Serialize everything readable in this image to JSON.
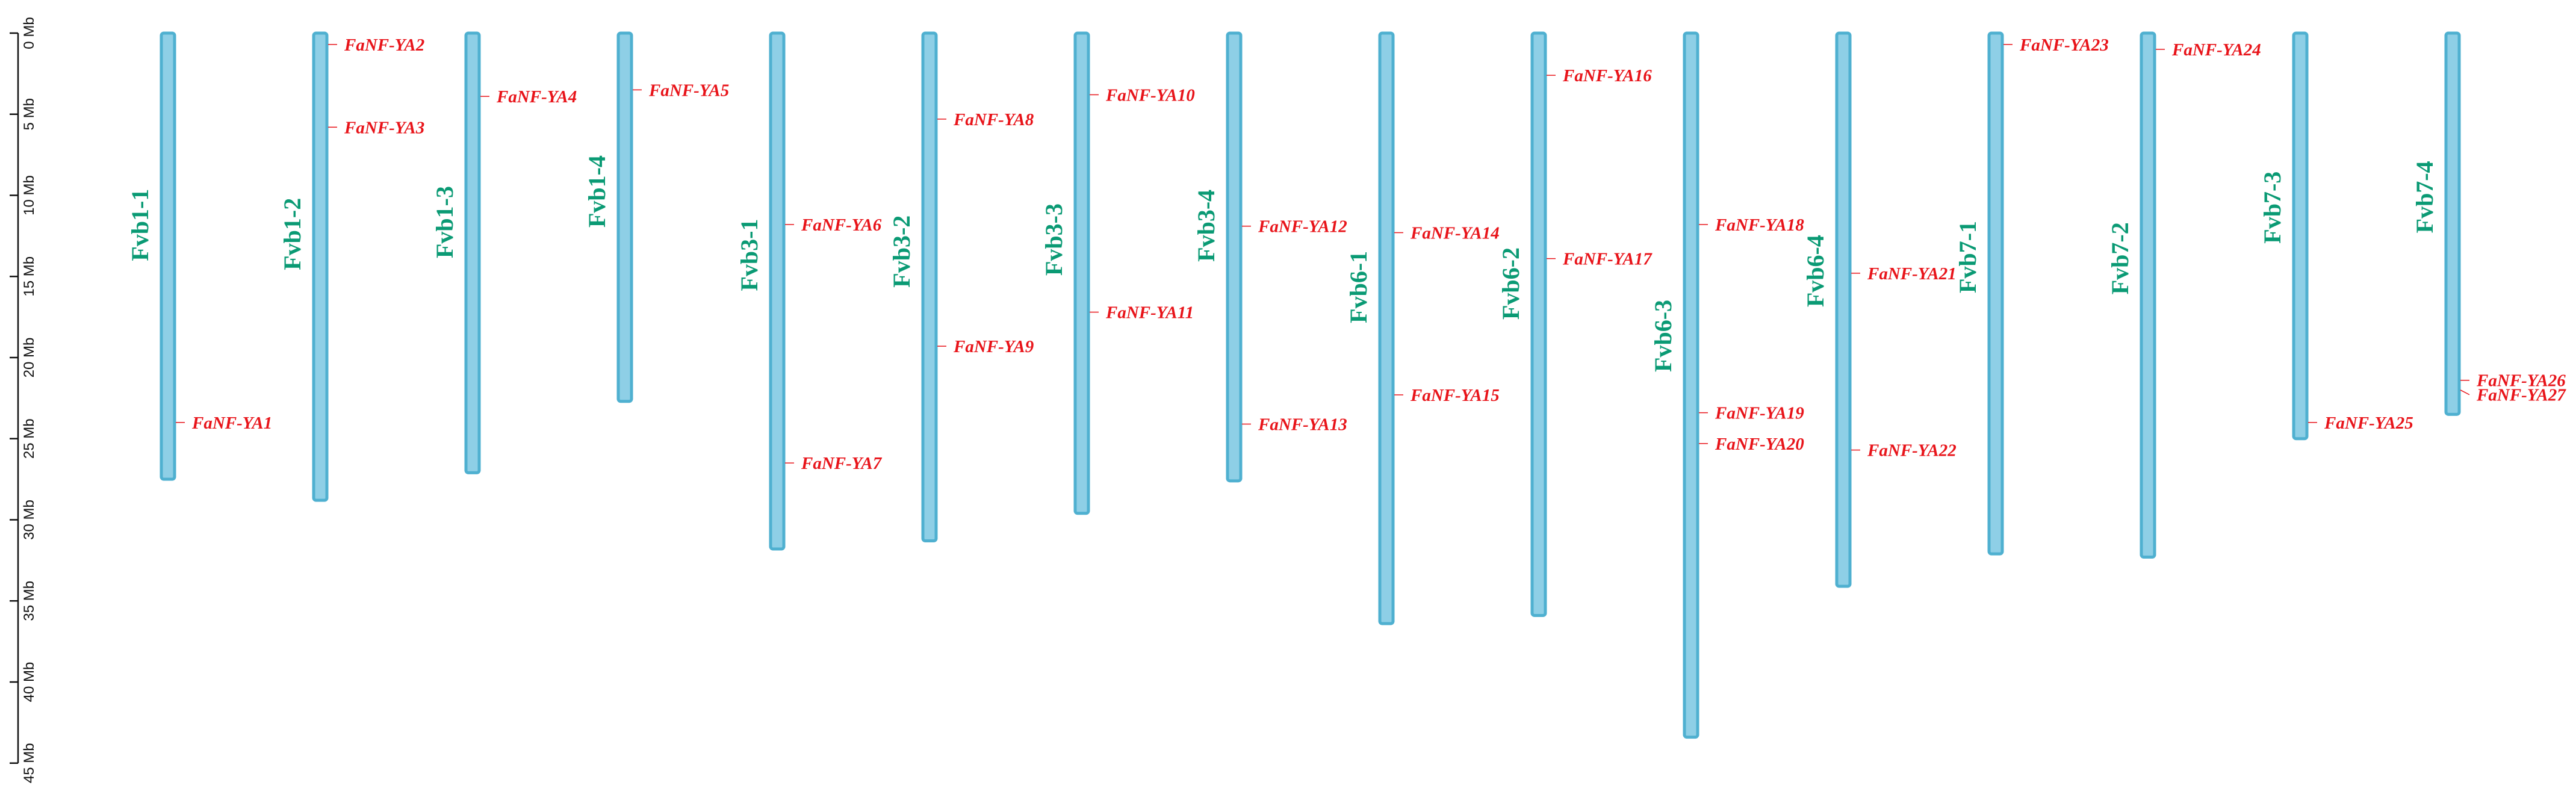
{
  "axis": {
    "unit": "Mb",
    "range": [
      0,
      45
    ],
    "ticks": [
      0,
      5,
      10,
      15,
      20,
      25,
      30,
      35,
      40,
      45
    ],
    "tick_labels": [
      "0 Mb",
      "5 Mb",
      "10 Mb",
      "15 Mb",
      "20 Mb",
      "25 Mb",
      "30 Mb",
      "35 Mb",
      "40 Mb",
      "45 Mb"
    ]
  },
  "colors": {
    "chromosome_fill": "#8ecfe6",
    "chromosome_stroke": "#4fb0d0",
    "chromosome_label": "#0a9a74",
    "gene_label": "#e8141a",
    "gene_tick": "#e8141a",
    "axis": "#111111"
  },
  "chromosomes": [
    {
      "name": "Fvb1-1",
      "length": 27.5,
      "genes": [
        {
          "label": "FaNF-YA1",
          "pos": 24.0
        }
      ]
    },
    {
      "name": "Fvb1-2",
      "length": 28.8,
      "genes": [
        {
          "label": "FaNF-YA2",
          "pos": 0.7
        },
        {
          "label": "FaNF-YA3",
          "pos": 5.8
        }
      ]
    },
    {
      "name": "Fvb1-3",
      "length": 27.1,
      "genes": [
        {
          "label": "FaNF-YA4",
          "pos": 3.9
        }
      ]
    },
    {
      "name": "Fvb1-4",
      "length": 22.7,
      "genes": [
        {
          "label": "FaNF-YA5",
          "pos": 3.5
        }
      ]
    },
    {
      "name": "Fvb3-1",
      "length": 31.8,
      "genes": [
        {
          "label": "FaNF-YA6",
          "pos": 11.8
        },
        {
          "label": "FaNF-YA7",
          "pos": 26.5
        }
      ]
    },
    {
      "name": "Fvb3-2",
      "length": 31.3,
      "genes": [
        {
          "label": "FaNF-YA8",
          "pos": 5.3
        },
        {
          "label": "FaNF-YA9",
          "pos": 19.3
        }
      ]
    },
    {
      "name": "Fvb3-3",
      "length": 29.6,
      "genes": [
        {
          "label": "FaNF-YA10",
          "pos": 3.8
        },
        {
          "label": "FaNF-YA11",
          "pos": 17.2
        }
      ]
    },
    {
      "name": "Fvb3-4",
      "length": 27.6,
      "genes": [
        {
          "label": "FaNF-YA12",
          "pos": 11.9
        },
        {
          "label": "FaNF-YA13",
          "pos": 24.1
        }
      ]
    },
    {
      "name": "Fvb6-1",
      "length": 36.4,
      "genes": [
        {
          "label": "FaNF-YA14",
          "pos": 12.3
        },
        {
          "label": "FaNF-YA15",
          "pos": 22.3
        }
      ]
    },
    {
      "name": "Fvb6-2",
      "length": 35.9,
      "genes": [
        {
          "label": "FaNF-YA16",
          "pos": 2.6
        },
        {
          "label": "FaNF-YA17",
          "pos": 13.9
        }
      ]
    },
    {
      "name": "Fvb6-3",
      "length": 43.4,
      "genes": [
        {
          "label": "FaNF-YA18",
          "pos": 11.8
        },
        {
          "label": "FaNF-YA19",
          "pos": 23.4
        },
        {
          "label": "FaNF-YA20",
          "pos": 25.3
        }
      ]
    },
    {
      "name": "Fvb6-4",
      "length": 34.1,
      "genes": [
        {
          "label": "FaNF-YA21",
          "pos": 14.8
        },
        {
          "label": "FaNF-YA22",
          "pos": 25.7
        }
      ]
    },
    {
      "name": "Fvb7-1",
      "length": 32.1,
      "genes": [
        {
          "label": "FaNF-YA23",
          "pos": 0.7
        }
      ]
    },
    {
      "name": "Fvb7-2",
      "length": 32.3,
      "genes": [
        {
          "label": "FaNF-YA24",
          "pos": 1.0
        }
      ]
    },
    {
      "name": "Fvb7-3",
      "length": 25.0,
      "genes": [
        {
          "label": "FaNF-YA25",
          "pos": 24.0
        }
      ]
    },
    {
      "name": "Fvb7-4",
      "length": 23.5,
      "genes": [
        {
          "label": "FaNF-YA26",
          "pos": 21.4
        },
        {
          "label": "FaNF-YA27",
          "pos": 22.0
        }
      ]
    }
  ]
}
